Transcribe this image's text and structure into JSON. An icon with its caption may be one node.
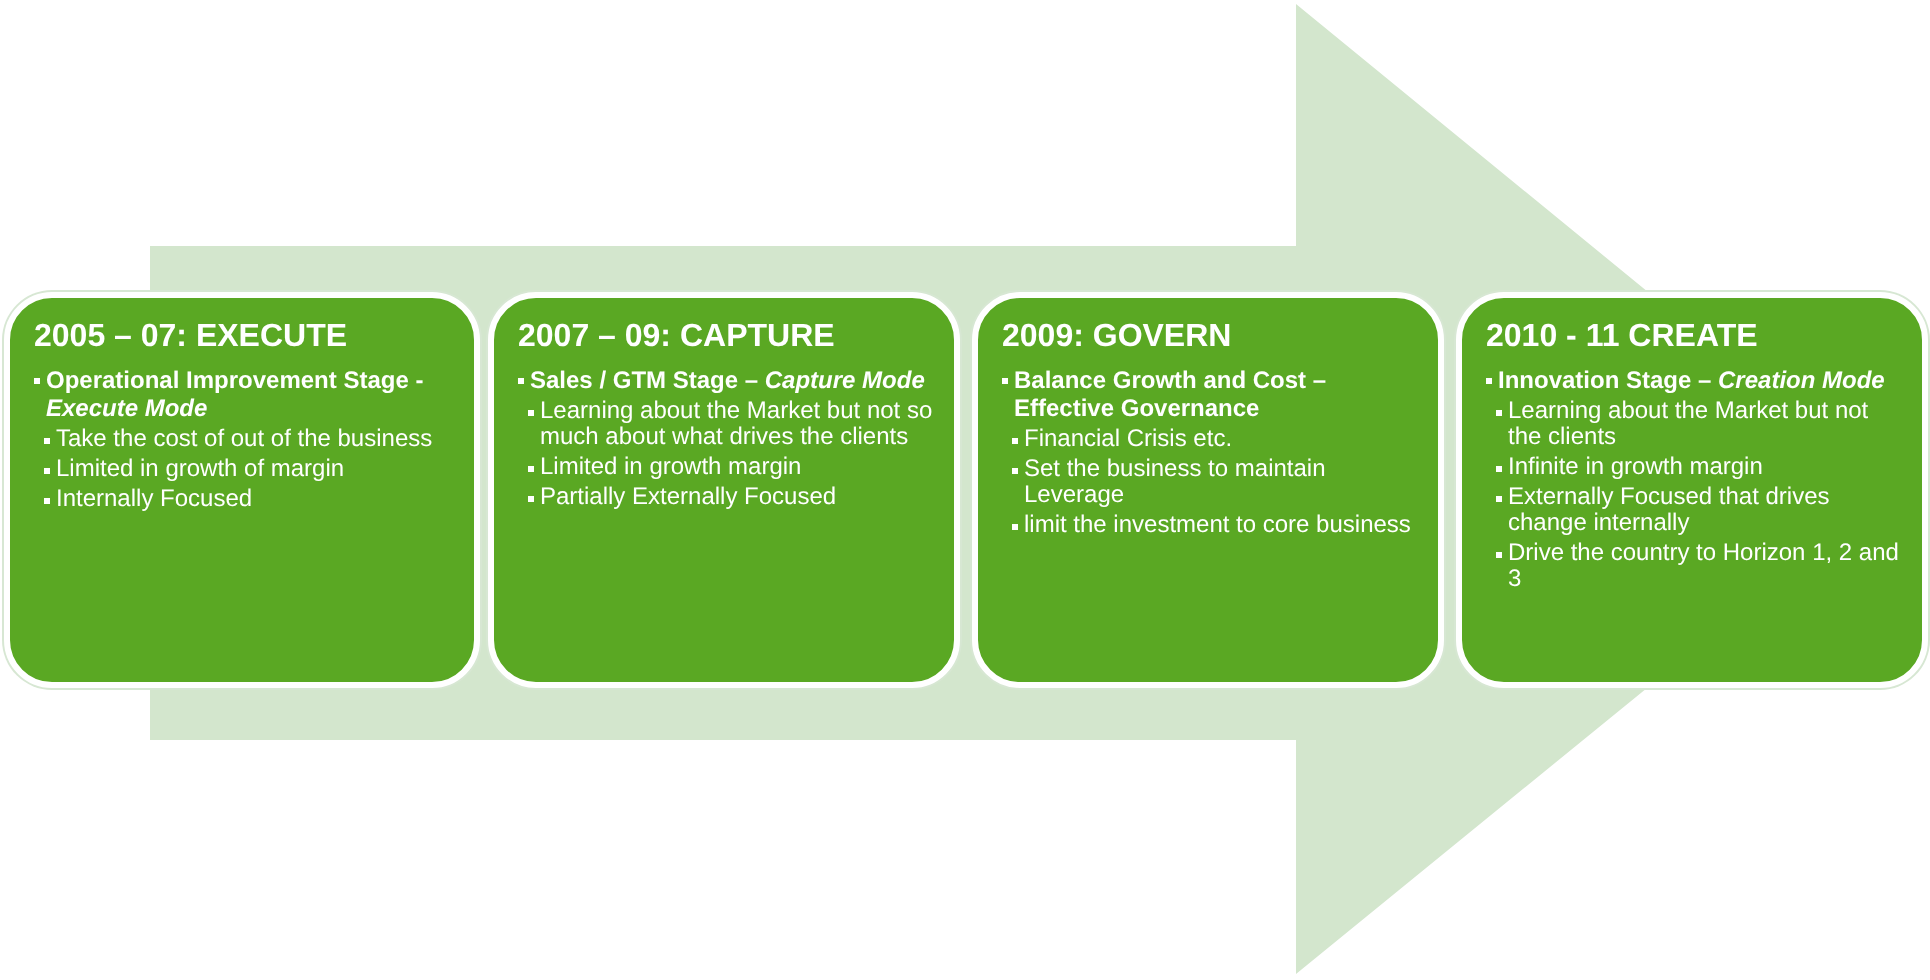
{
  "diagram": {
    "nodes": [
      {
        "text": [
          "2005 – 07: EXECUTE",
          "Operational  Improvement Stage  - *Execute Mode*",
          "Take the cost of out of the business",
          "Limited  in growth of margin",
          "Internally Focused"
        ]
      },
      {
        "text": [
          "2007 – 09: CAPTURE",
          "Sales / GTM  Stage – *Capture Mode*",
          "Learning about the Market but not so much about what drives the clients",
          "Limited  in growth margin",
          "Partially Externally Focused"
        ]
      },
      {
        "text": [
          "2009: GOVERN",
          "Balance Growth and Cost – Effective Governance",
          "Financial Crisis etc.",
          "Set the business to maintain Leverage",
          "limit the  investment to core business"
        ]
      },
      {
        "text": [
          "2010 - 11 CREATE",
          "Innovation Stage – *Creation Mode*",
          "Learning about the Market but not the clients",
          "Infinite   in growth margin",
          "Externally Focused that drives change internally",
          "Drive the country to Horizon 1, 2 and 3"
        ]
      }
    ],
    "edges": [
      {
        "from": 0,
        "to": 3,
        "arrow": "to"
      }
    ]
  }
}
